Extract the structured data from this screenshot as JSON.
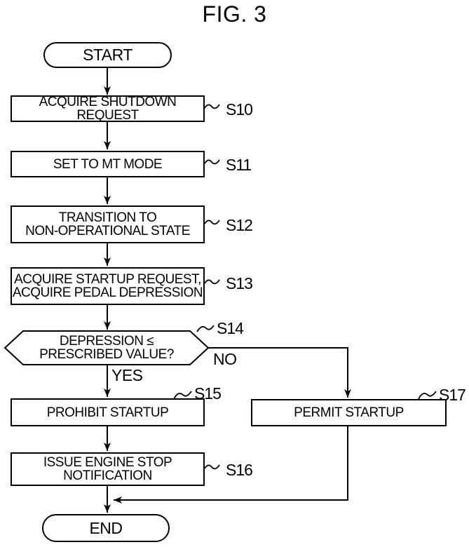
{
  "title": "FIG. 3",
  "flowchart": {
    "start_label": "START",
    "end_label": "END",
    "steps": {
      "s10": {
        "id": "S10",
        "label": "ACQUIRE SHUTDOWN REQUEST"
      },
      "s11": {
        "id": "S11",
        "label": "SET TO MT MODE"
      },
      "s12": {
        "id": "S12",
        "label": "TRANSITION TO\nNON-OPERATIONAL STATE"
      },
      "s13": {
        "id": "S13",
        "label": "ACQUIRE STARTUP REQUEST,\nACQUIRE PEDAL DEPRESSION"
      },
      "s14": {
        "id": "S14",
        "label": "DEPRESSION ≤\nPRESCRIBED VALUE?"
      },
      "s15": {
        "id": "S15",
        "label": "PROHIBIT STARTUP"
      },
      "s16": {
        "id": "S16",
        "label": "ISSUE ENGINE STOP\nNOTIFICATION"
      },
      "s17": {
        "id": "S17",
        "label": "PERMIT STARTUP"
      }
    },
    "branches": {
      "yes": "YES",
      "no": "NO"
    }
  },
  "colors": {
    "line": "#000000",
    "background": "#ffffff"
  }
}
